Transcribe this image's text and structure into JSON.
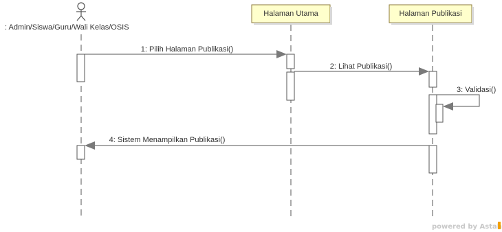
{
  "actor": {
    "label": ": Admin/Siswa/Guru/Wali Kelas/OSIS"
  },
  "lifelines": {
    "utama": {
      "label": "Halaman Utama"
    },
    "publikasi": {
      "label": "Halaman Publikasi"
    }
  },
  "messages": [
    {
      "label": "1: Pilih Halaman Publikasi()"
    },
    {
      "label": "2: Lihat Publikasi()"
    },
    {
      "label": "3: Validasi()"
    },
    {
      "label": "4: Sistem Menampilkan Publikasi()"
    }
  ],
  "watermark": {
    "text": "powered by Astah",
    "accent": "#f2a000"
  },
  "colors": {
    "lifeline_box_fill": "#ffffcc",
    "lifeline_box_stroke": "#8c7a3a",
    "line": "#555555",
    "activation_fill": "#ffffff",
    "arrowhead": "#7a7a7a",
    "text": "#333333"
  }
}
